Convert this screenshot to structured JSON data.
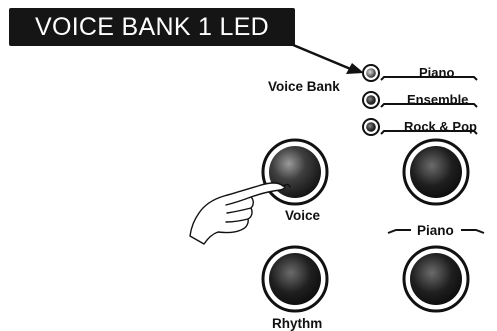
{
  "callout": {
    "title": "VOICE BANK 1 LED"
  },
  "panel": {
    "bank_label": "Voice Bank",
    "leds": [
      {
        "label": "Piano",
        "lit": true
      },
      {
        "label": "Ensemble",
        "lit": false
      },
      {
        "label": "Rock & Pop",
        "lit": false
      }
    ],
    "buttons": {
      "voice_label": "Voice",
      "piano_label": "Piano",
      "rhythm_label": "Rhythm"
    }
  },
  "colors": {
    "callout_background": "#151515",
    "callout_text": "#ffffff",
    "line_art": "#111111",
    "button_fill": "#181818",
    "button_highlight": "#eeeeee"
  }
}
